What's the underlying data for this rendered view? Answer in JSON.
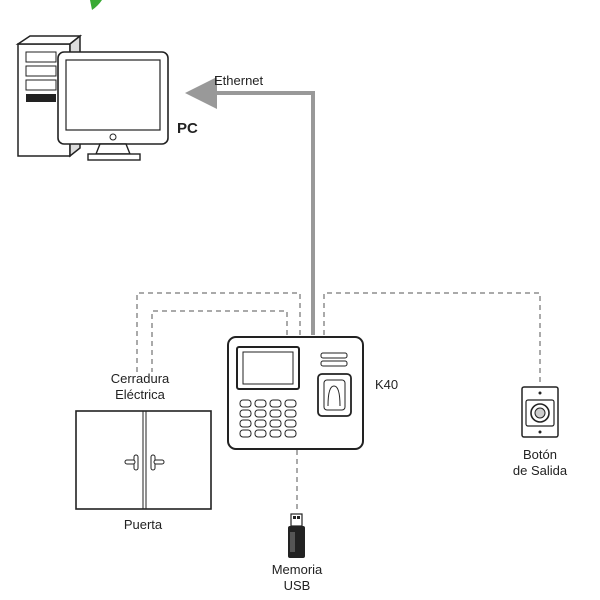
{
  "labels": {
    "ethernet": "Ethernet",
    "pc": "PC",
    "k40": "K40",
    "lock_line1": "Cerradura",
    "lock_line2": "Eléctrica",
    "door": "Puerta",
    "exit_line1": "Botón",
    "exit_line2": "de Salida",
    "usb_line1": "Memoria",
    "usb_line2": "USB"
  },
  "colors": {
    "ethernet_line": "#999999",
    "dashed_line": "#aaaaaa",
    "device_outline": "#222222",
    "device_fill": "#ffffff",
    "accent_green": "#3aaa35"
  },
  "icons": {
    "pc": "desktop-computer-icon",
    "device": "fingerprint-terminal-icon",
    "door": "double-door-icon",
    "exit_button": "exit-button-icon",
    "usb": "usb-drive-icon"
  }
}
